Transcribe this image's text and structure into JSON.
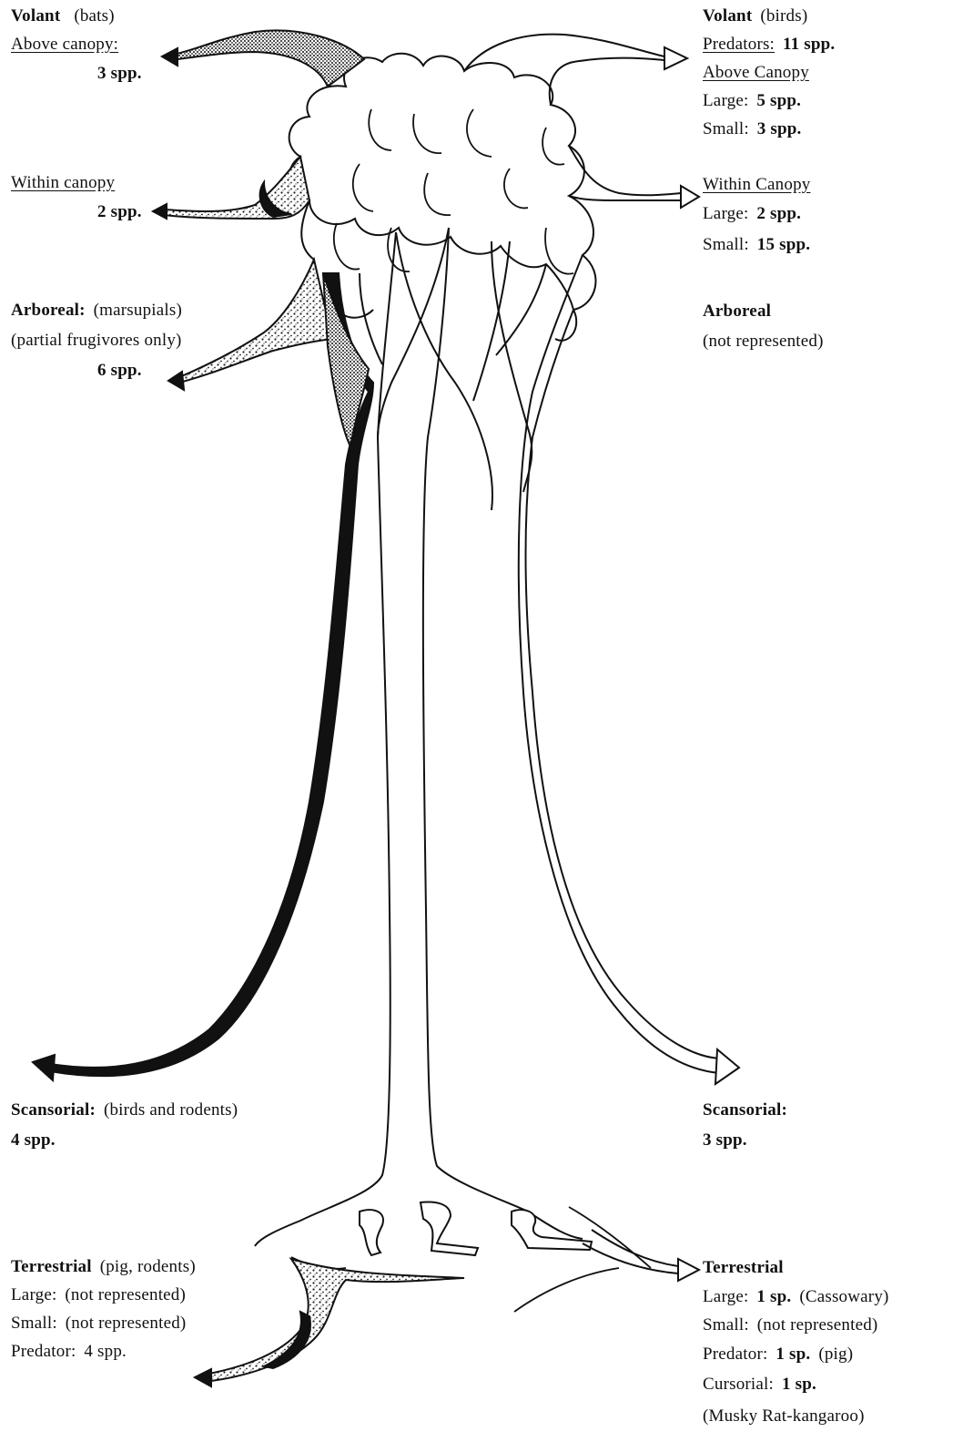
{
  "left": {
    "volant_head": "Volant",
    "volant_group": "(bats)",
    "above_canopy_label": "Above canopy:",
    "above_canopy_count": "3 spp.",
    "within_canopy_label": "Within canopy",
    "within_canopy_count": "2 spp.",
    "arboreal_head": "Arboreal:",
    "arboreal_group": "(marsupials)",
    "arboreal_note": "(partial frugivores only)",
    "arboreal_count": "6 spp.",
    "scansorial_head": "Scansorial:",
    "scansorial_group": "(birds and rodents)",
    "scansorial_count": "4 spp.",
    "terrestrial_head": "Terrestrial",
    "terrestrial_group": "(pig, rodents)",
    "terrestrial_large_label": "Large:",
    "terrestrial_large_value": "(not represented)",
    "terrestrial_small_label": "Small:",
    "terrestrial_small_value": "(not represented)",
    "terrestrial_predator_label": "Predator:",
    "terrestrial_predator_count": "4 spp."
  },
  "right": {
    "volant_head": "Volant",
    "volant_group": "(birds)",
    "predators_label": "Predators:",
    "predators_count": "11 spp.",
    "above_canopy_label": "Above Canopy",
    "above_large_label": "Large:",
    "above_large_count": "5 spp.",
    "above_small_label": "Small:",
    "above_small_count": "3 spp.",
    "within_canopy_label": "Within Canopy",
    "within_large_label": "Large:",
    "within_large_count": "2 spp.",
    "within_small_label": "Small:",
    "within_small_count": "15 spp.",
    "arboreal_head": "Arboreal",
    "arboreal_value": "(not represented)",
    "scansorial_head": "Scansorial:",
    "scansorial_count": "3 spp.",
    "terrestrial_head": "Terrestrial",
    "large_label": "Large:",
    "large_count": "1 sp.",
    "large_note": "(Cassowary)",
    "small_label": "Small:",
    "small_value": "(not represented)",
    "predator_label": "Predator:",
    "predator_count": "1 sp.",
    "predator_note": "(pig)",
    "cursorial_label": "Cursorial:",
    "cursorial_count": "1 sp.",
    "cursorial_note": "(Musky Rat-kangaroo)"
  }
}
